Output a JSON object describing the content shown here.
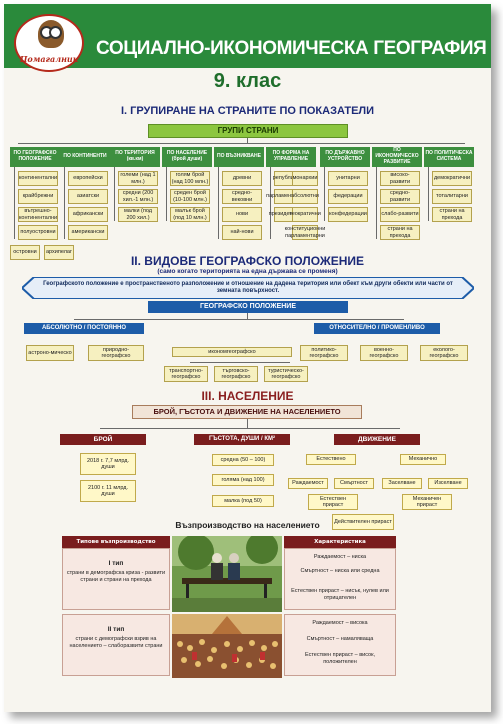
{
  "logo": {
    "text": "Помагалник"
  },
  "header": {
    "title": "СОЦИАЛНО-ИКОНОМИЧЕСКА ГЕОГРАФИЯ",
    "grade": "9. клас"
  },
  "colors": {
    "green": "#2a8a3b",
    "blue": "#1d5ca8",
    "darkred": "#7a1d1d"
  },
  "s1": {
    "title": "I. ГРУПИРАНЕ НА СТРАНИТЕ ПО ПОКАЗАТЕЛИ",
    "root": "ГРУПИ СТРАНИ",
    "cols": [
      {
        "head": "ПО ГЕОГРАФСКО ПОЛОЖЕНИЕ",
        "items": [
          "континентални",
          "крайбрежни",
          "вътрешно-континентални",
          "полуостровни",
          "островни",
          "архипелаг"
        ]
      },
      {
        "head": "ПО КОНТИНЕНТИ",
        "items": [
          "европейски",
          "азиатски",
          "африкански",
          "американски"
        ]
      },
      {
        "head": "ПО ТЕРИТОРИЯ (кв.км)",
        "items": [
          "големи (над 1 млн.)",
          "средни (200 хил.-1 млн.)",
          "малки (под 200 хил.)"
        ]
      },
      {
        "head": "ПО НАСЕЛЕНИЕ (брой души)",
        "items": [
          "голям брой (над 100 млн.)",
          "среден брой (10-100 млн.)",
          "малък брой (под 10 млн.)"
        ]
      },
      {
        "head": "ПО ВЪЗНИКВАНЕ",
        "items": [
          "древни",
          "средно-вековни",
          "нови",
          "най-нови"
        ]
      },
      {
        "head": "ПО ФОРМА НА УПРАВЛЕНИЕ",
        "items": [
          "републики",
          "парламентарни",
          "президентски",
          "монархии",
          "абсолютни",
          "теократични",
          "конституционни парламентарни"
        ]
      },
      {
        "head": "ПО ДЪРЖАВНО УСТРОЙСТВО",
        "items": [
          "унитарни",
          "федерации",
          "конфедерации"
        ]
      },
      {
        "head": "ПО ИКОНОМИЧЕСКО РАЗВИТИЕ",
        "items": [
          "високо-развити",
          "средно-развити",
          "слабо-развити",
          "страни на прехода"
        ]
      },
      {
        "head": "ПО ПОЛИТИЧЕСКА СИСТЕМА",
        "items": [
          "демократични",
          "тоталитарни",
          "страни на прехода"
        ]
      }
    ]
  },
  "s2": {
    "title": "II. ВИДОВЕ ГЕОГРАФСКО ПОЛОЖЕНИЕ",
    "subtitle": "(само когато територията на една държава се променя)",
    "definition": "Географското положение е пространственото разположение и отношение на дадена територия или обект към други обекти или части от земната повърхност.",
    "root": "ГЕОГРАФСКО ПОЛОЖЕНИЕ",
    "left": "АБСОЛЮТНО / ПОСТОЯННО",
    "right": "ОТНОСИТЕЛНО / ПРОМЕНЛИВО",
    "abs_items": [
      "астроно-мическо",
      "природно-географско"
    ],
    "econ": "икономгеографско",
    "econ_items": [
      "транспортно-географско",
      "търговско-географско",
      "туристическо-географско"
    ],
    "rel_items": [
      "политико-географско",
      "военно-географско",
      "еколого-географско"
    ]
  },
  "s3": {
    "title": "III. НАСЕЛЕНИЕ",
    "root": "БРОЙ, ГЪСТОТА И ДВИЖЕНИЕ НА НАСЕЛЕНИЕТО",
    "count": {
      "head": "БРОЙ",
      "items": [
        "2018 г. 7,7 млрд. души",
        "2100 г. 11 млрд. души"
      ]
    },
    "density": {
      "head": "ГЪСТОТА, ДУШИ / КМ²",
      "items": [
        "средна (50 – 100)",
        "голяма (над 100)",
        "малка (под 50)"
      ]
    },
    "movement": {
      "head": "ДВИЖЕНИЕ",
      "natural": "Естествено",
      "mechanical": "Механично",
      "births": "Раждаемост",
      "deaths": "Смъртност",
      "natural_growth": "Естествен прираст",
      "real_growth": "Действителен прираст",
      "in": "Заселване",
      "out": "Изселване",
      "mech_growth": "Механичен прираст"
    }
  },
  "repro": {
    "title": "Възпроизводство на населението",
    "col1": "Типове възпроизводство",
    "col2": "Характеристика",
    "rows": [
      {
        "type_title": "I тип",
        "type_desc": "страни в демографска криза - развити страни и страни на прехода",
        "chars": [
          "Раждаемост – ниска",
          "Смъртност – ниска или средна",
          "Естествен прираст – нисък, нулев или отрицателен"
        ]
      },
      {
        "type_title": "II тип",
        "type_desc": "страни с демографски взрив на населението – слаборазвити страни",
        "chars": [
          "Раждаемост – висока",
          "Смъртност – намаляваща",
          "Естествен прираст – висок, положителен"
        ]
      }
    ]
  }
}
